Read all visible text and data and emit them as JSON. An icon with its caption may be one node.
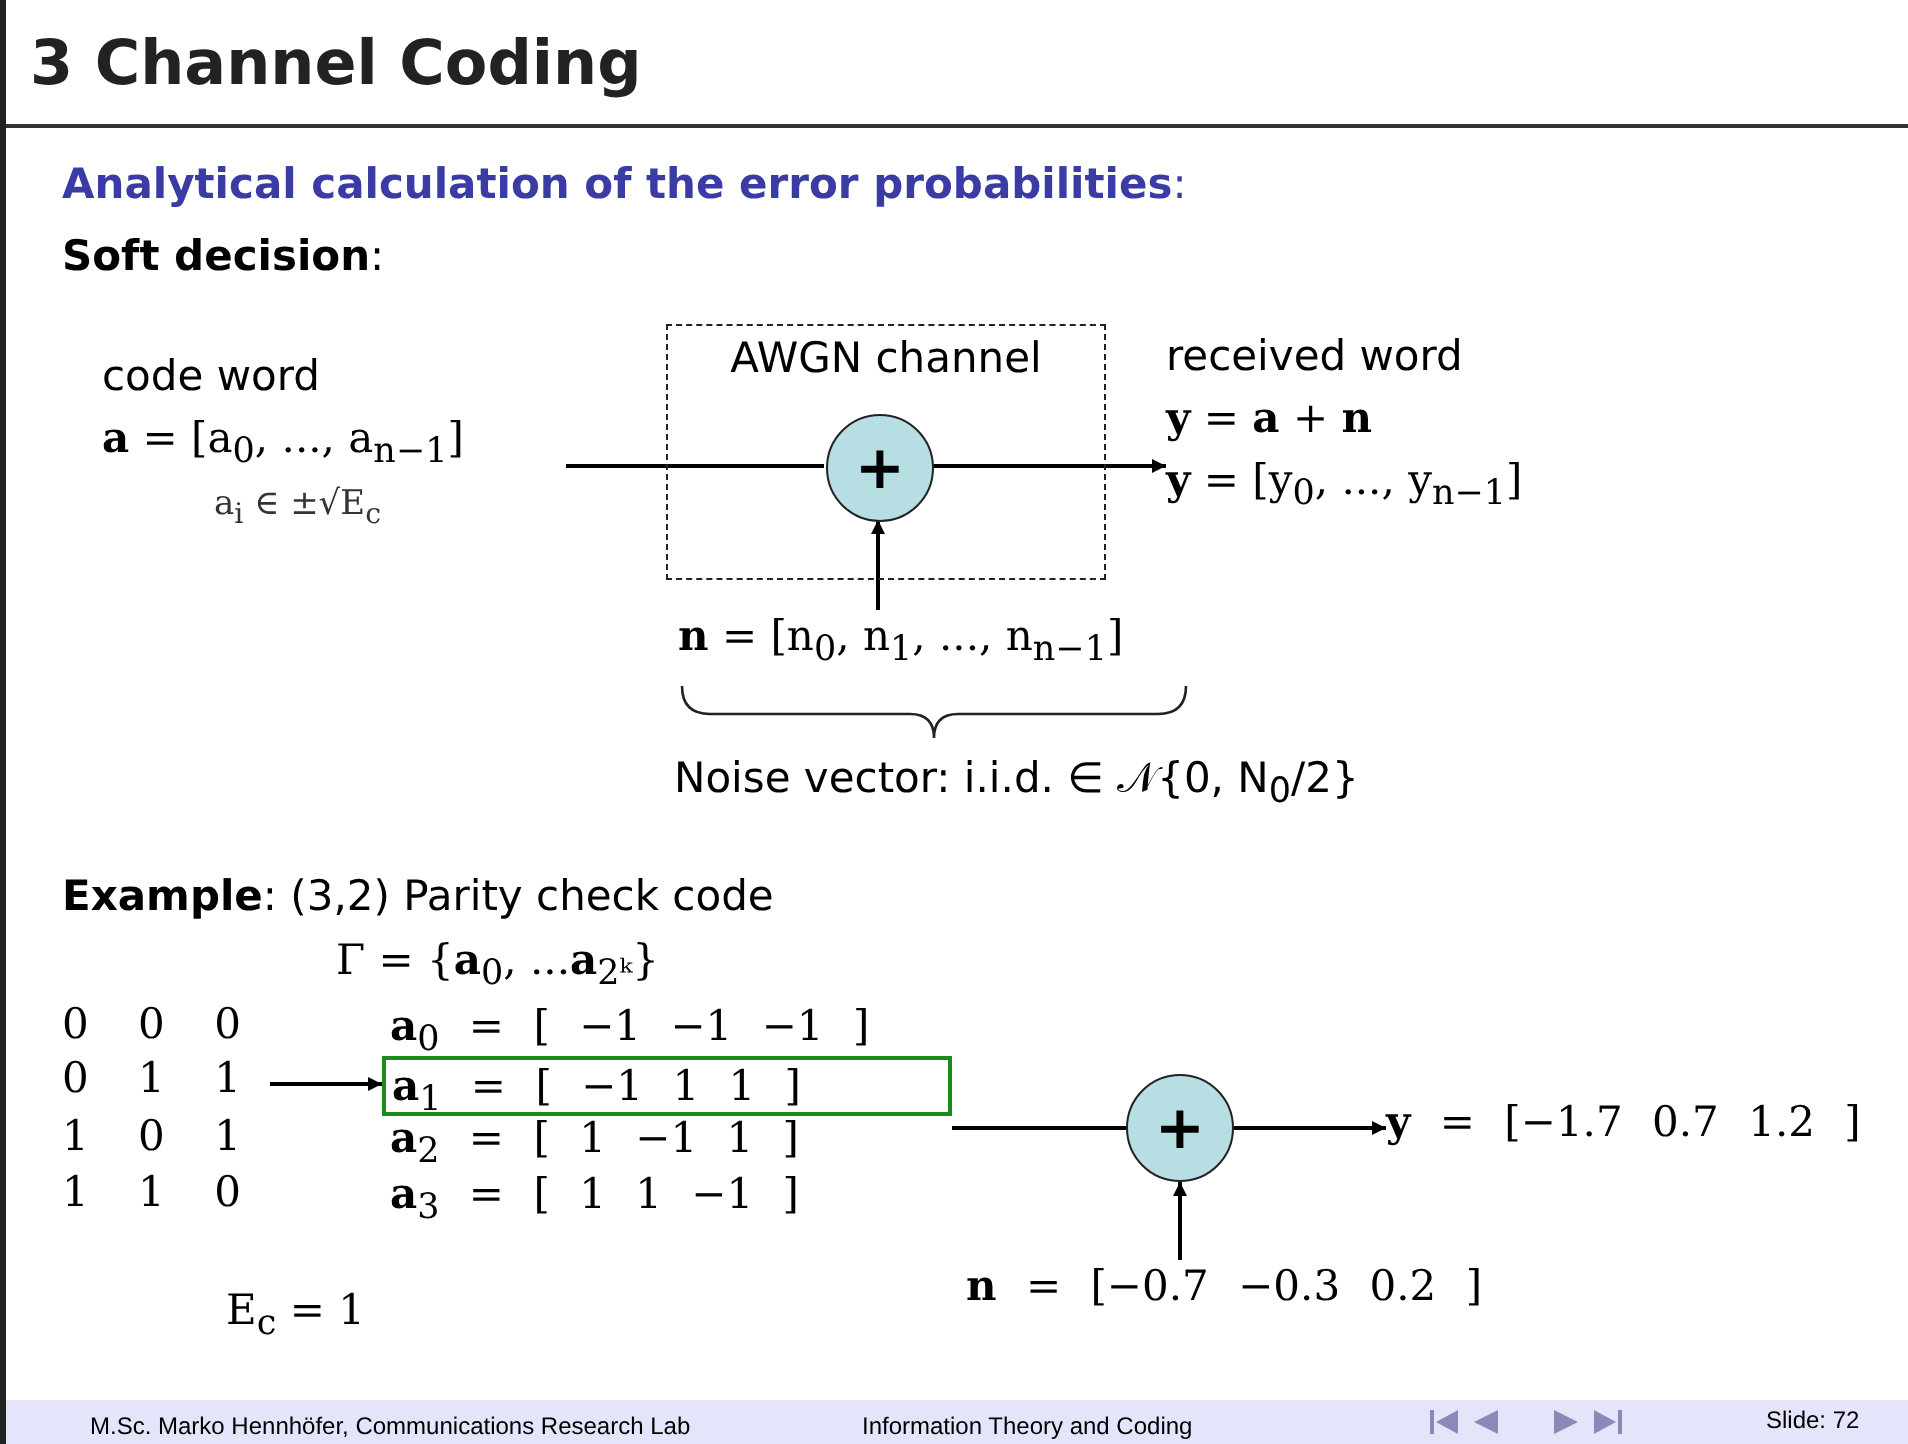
{
  "diagram": {
    "title": "3 Channel Coding",
    "nodes": [
      {
        "text": [
          "code word",
          "**a** = [a$_{0}$, ..., a$_{n−1}$]",
          "a$_{i}$ ∈ ±√E$_{c}$"
        ]
      },
      {
        "text": [
          "AWGN channel"
        ]
      },
      {
        "text": [
          "+"
        ],
        "in": 1
      },
      {
        "text": [
          "received word",
          "**y** = **a** + **n**",
          "**y** = [y$_{0}$, ..., y$_{n−1}$]"
        ]
      },
      {
        "text": [
          "**n** = [n$_{0}$, n$_{1}$, ..., n$_{n−1}$]"
        ],
        "beside": [
          "Noise vector: i.i.d. ∈ 𝒩{0, N$_{0}$/2}"
        ]
      },
      {
        "text": [
          "0 1 1"
        ]
      },
      {
        "text": [
          "**a**$_{1}$ = [ −1 1 1 ]"
        ]
      },
      {
        "text": [
          "+"
        ]
      },
      {
        "text": [
          "**y** = [−1.7 0.7 1.2 ]"
        ]
      },
      {
        "text": [
          "**n** = [−0.7 −0.3 0.2 ]"
        ]
      }
    ],
    "edges": [
      {
        "from": 0,
        "to": 2,
        "arrow": "none"
      },
      {
        "from": 2,
        "to": 3,
        "arrow": "to"
      },
      {
        "from": 4,
        "to": 2,
        "arrow": "to"
      },
      {
        "from": 5,
        "to": 6,
        "arrow": "to"
      },
      {
        "from": 6,
        "to": 7,
        "arrow": "none"
      },
      {
        "from": 7,
        "to": 8,
        "arrow": "to"
      },
      {
        "from": 9,
        "to": 7,
        "arrow": "to"
      }
    ],
    "labels": [
      "**Analytical calculation of the error probabilities**:",
      "**Soft decision**:",
      "**Example**: (3,2) Parity check code",
      "Γ = {**a**$_{0}$, ...**a**$_{2ᵏ}$}",
      "0 0 0",
      "**a**$_{0}$ = [ −1 −1 −1 ]",
      "1 0 1",
      "**a**$_{2}$ = [ 1 −1 1 ]",
      "1 1 0",
      "**a**$_{3}$ = [ 1 1 −1 ]",
      "E$_{c}$ = 1",
      "M.Sc. Marko Hennhöfer, Communications Research Lab",
      "Information Theory and Coding",
      "Slide: 72"
    ]
  }
}
